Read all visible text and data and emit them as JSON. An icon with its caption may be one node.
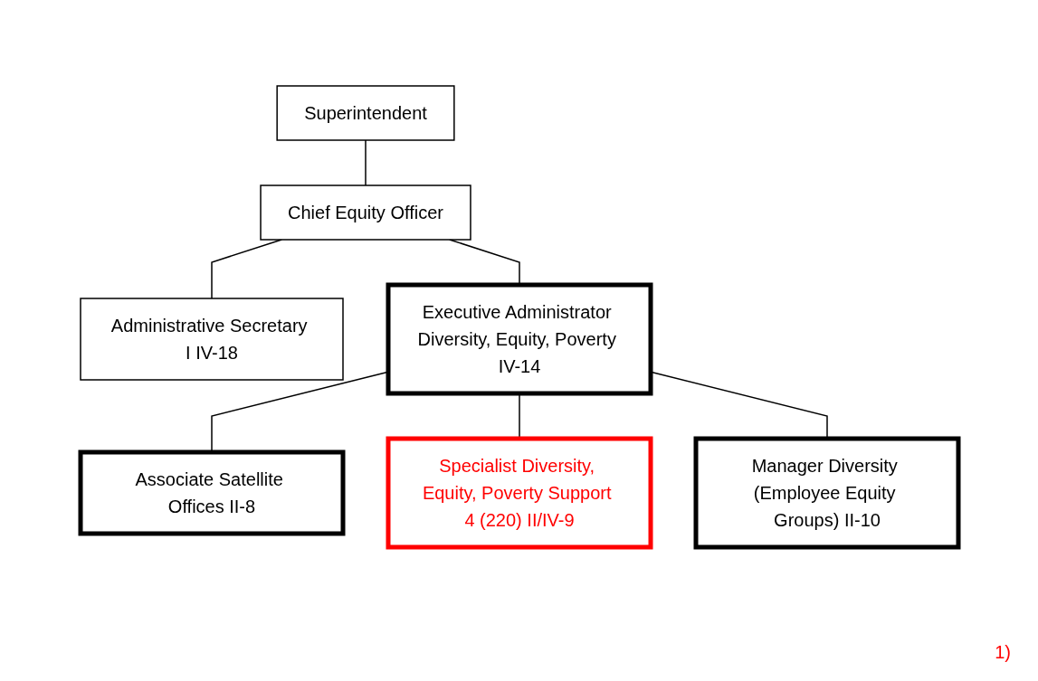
{
  "diagram": {
    "nodes": [
      {
        "text": [
          "Superintendent"
        ]
      },
      {
        "text": [
          "Chief Equity Officer"
        ]
      },
      {
        "text": [
          "Administrative Secretary I IV-18"
        ]
      },
      {
        "text": [
          "Executive Administrator Diversity, Equity, Poverty IV-14"
        ]
      },
      {
        "text": [
          "Associate Satellite Offices II-8"
        ]
      },
      {
        "text": [
          "Specialist Diversity, Equity, Poverty Support 4 (220) II/IV-9"
        ]
      },
      {
        "text": [
          "Manager Diversity (Employee Equity Groups) II-10"
        ]
      }
    ],
    "edges": [
      {
        "from": 0,
        "to": 1,
        "arrow": "none"
      },
      {
        "from": 1,
        "to": 2,
        "arrow": "none"
      },
      {
        "from": 1,
        "to": 3,
        "arrow": "none"
      },
      {
        "from": 3,
        "to": 4,
        "arrow": "none"
      },
      {
        "from": 3,
        "to": 5,
        "arrow": "none"
      },
      {
        "from": 3,
        "to": 6,
        "arrow": "none"
      }
    ],
    "labels": [
      "1)"
    ]
  }
}
